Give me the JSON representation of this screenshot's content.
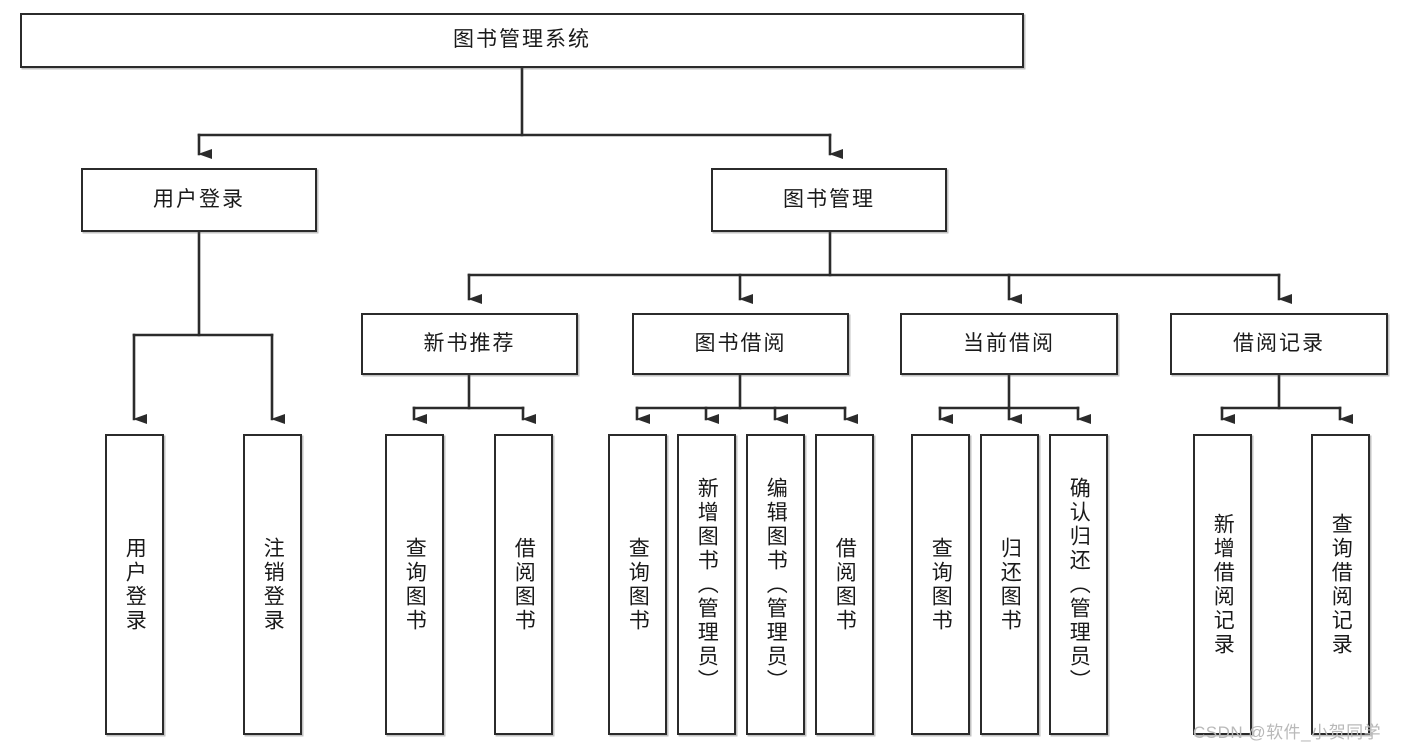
{
  "diagram": {
    "title_node": {
      "label": "图书管理系统"
    },
    "level1": [
      {
        "id": "user-login",
        "label": "用户登录"
      },
      {
        "id": "book-manage",
        "label": "图书管理"
      }
    ],
    "level2": [
      {
        "id": "new-book-recommend",
        "label": "新书推荐"
      },
      {
        "id": "book-borrow",
        "label": "图书借阅"
      },
      {
        "id": "current-borrow",
        "label": "当前借阅"
      },
      {
        "id": "borrow-record",
        "label": "借阅记录"
      }
    ],
    "leaves": {
      "user_login": [
        {
          "id": "leaf-user-login",
          "label": "用户登录"
        },
        {
          "id": "leaf-logout-login",
          "label": "注销登录"
        }
      ],
      "new_book_recommend": [
        {
          "id": "leaf-query-book-1",
          "label": "查询图书"
        },
        {
          "id": "leaf-borrow-book-1",
          "label": "借阅图书"
        }
      ],
      "book_borrow": [
        {
          "id": "leaf-query-book-2",
          "label": "查询图书"
        },
        {
          "id": "leaf-add-book",
          "label": "新增图书（管理员）"
        },
        {
          "id": "leaf-edit-book",
          "label": "编辑图书（管理员）"
        },
        {
          "id": "leaf-borrow-book-2",
          "label": "借阅图书"
        }
      ],
      "current_borrow": [
        {
          "id": "leaf-query-book-3",
          "label": "查询图书"
        },
        {
          "id": "leaf-return-book",
          "label": "归还图书"
        },
        {
          "id": "leaf-confirm-return",
          "label": "确认归还（管理员）"
        }
      ],
      "borrow_record": [
        {
          "id": "leaf-add-record",
          "label": "新增借阅记录"
        },
        {
          "id": "leaf-query-record",
          "label": "查询借阅记录"
        }
      ]
    }
  },
  "watermark": {
    "text": "CSDN @软件_小贺同学"
  },
  "colors": {
    "border": "#2b2b2b",
    "background": "#ffffff",
    "text": "#1a1a1a",
    "watermark": "#b9b9b9"
  }
}
